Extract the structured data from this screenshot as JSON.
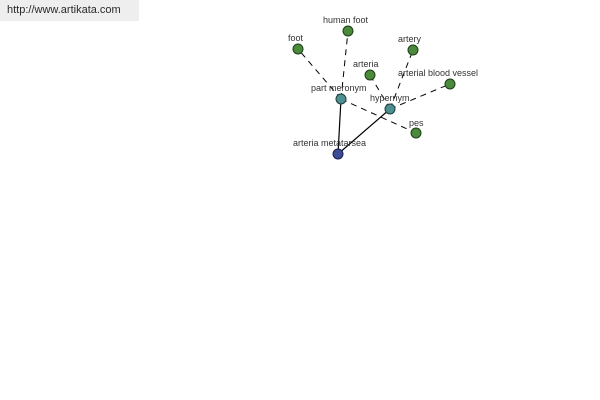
{
  "header": {
    "url_text": "http://www.artikata.com"
  },
  "graph": {
    "colors": {
      "hub": "#4f8f8f",
      "leaf": "#4a8a3a",
      "root": "#3d4a94",
      "edge": "#000000"
    },
    "nodes": {
      "foot": "foot",
      "human_foot": "human foot",
      "artery": "artery",
      "arteria": "arteria",
      "arterial_blood_vessel": "arterial blood vessel",
      "pes": "pes",
      "arteria_metatarsea": "arteria metatarsea"
    },
    "relations": {
      "part_meronym": "part meronym",
      "hypernym": "hypernym"
    }
  }
}
